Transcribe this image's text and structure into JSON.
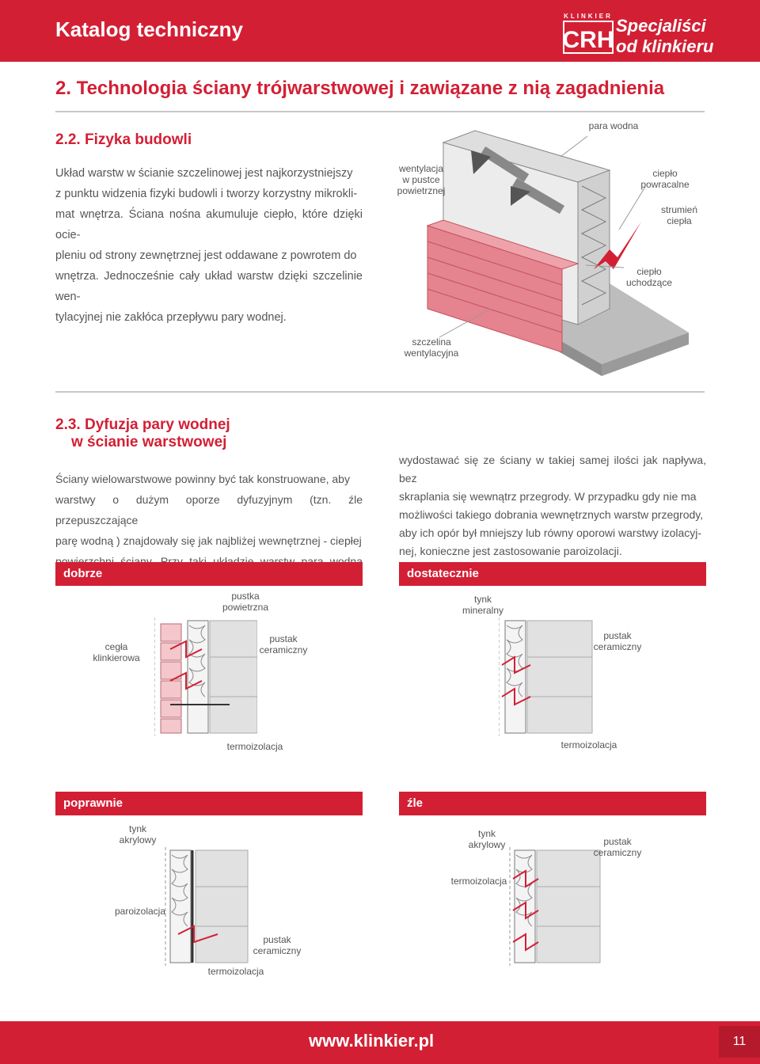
{
  "header": {
    "title": "Katalog techniczny",
    "logo_brand": "KLINKIER",
    "logo_letters": "CRH",
    "tagline_line1": "Specjaliści",
    "tagline_line2": "od klinkieru"
  },
  "section_title": "2. Technologia ściany trójwarstwowej i zawiązane z nią zagadnienia",
  "sub22": {
    "title": "2.2. Fizyka budowli",
    "paragraph_lines": [
      "Układ warstw w ścianie szczelinowej jest najkorzystniejszy",
      "z punktu widzenia fizyki budowli i tworzy korzystny mikrokli-",
      "mat wnętrza. Ściana nośna akumuluje ciepło, które dzięki ocie-",
      "pleniu od strony zewnętrznej jest oddawane z powrotem do",
      "wnętrza. Jednocześnie cały układ warstw dzięki szczelinie wen-",
      "tylacyjnej nie zakłóca przepływu pary wodnej."
    ],
    "labels": {
      "para": "para wodna",
      "wentylacja1": "wentylacja",
      "wentylacja2": "w pustce",
      "wentylacja3": "powietrznej",
      "powracalne1": "ciepło",
      "powracalne2": "powracalne",
      "strumien1": "strumień",
      "strumien2": "ciepła",
      "uchodzace1": "ciepło",
      "uchodzace2": "uchodzące",
      "szczelina1": "szczelina",
      "szczelina2": "wentylacyjna"
    }
  },
  "sub23": {
    "title_line1": "2.3. Dyfuzja pary wodnej",
    "title_line2": "w ścianie warstwowej",
    "left_lines": [
      "Ściany wielowarstwowe powinny być tak konstruowane, aby",
      "warstwy o dużym oporze dyfuzyjnym (tzn. źle przepuszczające",
      "parę wodną ) znajdowały się jak najbliżej wewnętrznej - ciepłej",
      "powierzchni ściany. Przy taki układzie warstw para wodna może"
    ],
    "right_lines": [
      "wydostawać się ze ściany w takiej samej ilości jak napływa, bez",
      "skraplania się wewnątrz przegrody. W przypadku gdy nie ma",
      "możliwości takiego dobrania wewnętrznych warstw przegrody,",
      "aby ich opór był mniejszy lub równy oporowi warstwy izolacyj-",
      "nej, konieczne jest zastosowanie paroizolacji."
    ]
  },
  "panels": {
    "dobrze": {
      "title": "dobrze",
      "l1a": "pustka",
      "l1b": "powietrzna",
      "l2a": "cegła",
      "l2b": "klinkierowa",
      "l3a": "pustak",
      "l3b": "ceramiczny",
      "l4": "termoizolacja"
    },
    "dostatecznie": {
      "title": "dostatecznie",
      "l1a": "tynk",
      "l1b": "mineralny",
      "l2a": "pustak",
      "l2b": "ceramiczny",
      "l3": "termoizolacja"
    },
    "poprawnie": {
      "title": "poprawnie",
      "l1a": "tynk",
      "l1b": "akrylowy",
      "l2": "paroizolacja",
      "l3a": "pustak",
      "l3b": "ceramiczny",
      "l4": "termoizolacja"
    },
    "zle": {
      "title": "źle",
      "l1a": "tynk",
      "l1b": "akrylowy",
      "l2a": "pustak",
      "l2b": "ceramiczny",
      "l3": "termoizolacja"
    }
  },
  "footer": {
    "url": "www.klinkier.pl",
    "page": "11"
  },
  "colors": {
    "brand_red": "#d31f34",
    "brick": "#e0707c",
    "gray": "#c8c8c8"
  }
}
